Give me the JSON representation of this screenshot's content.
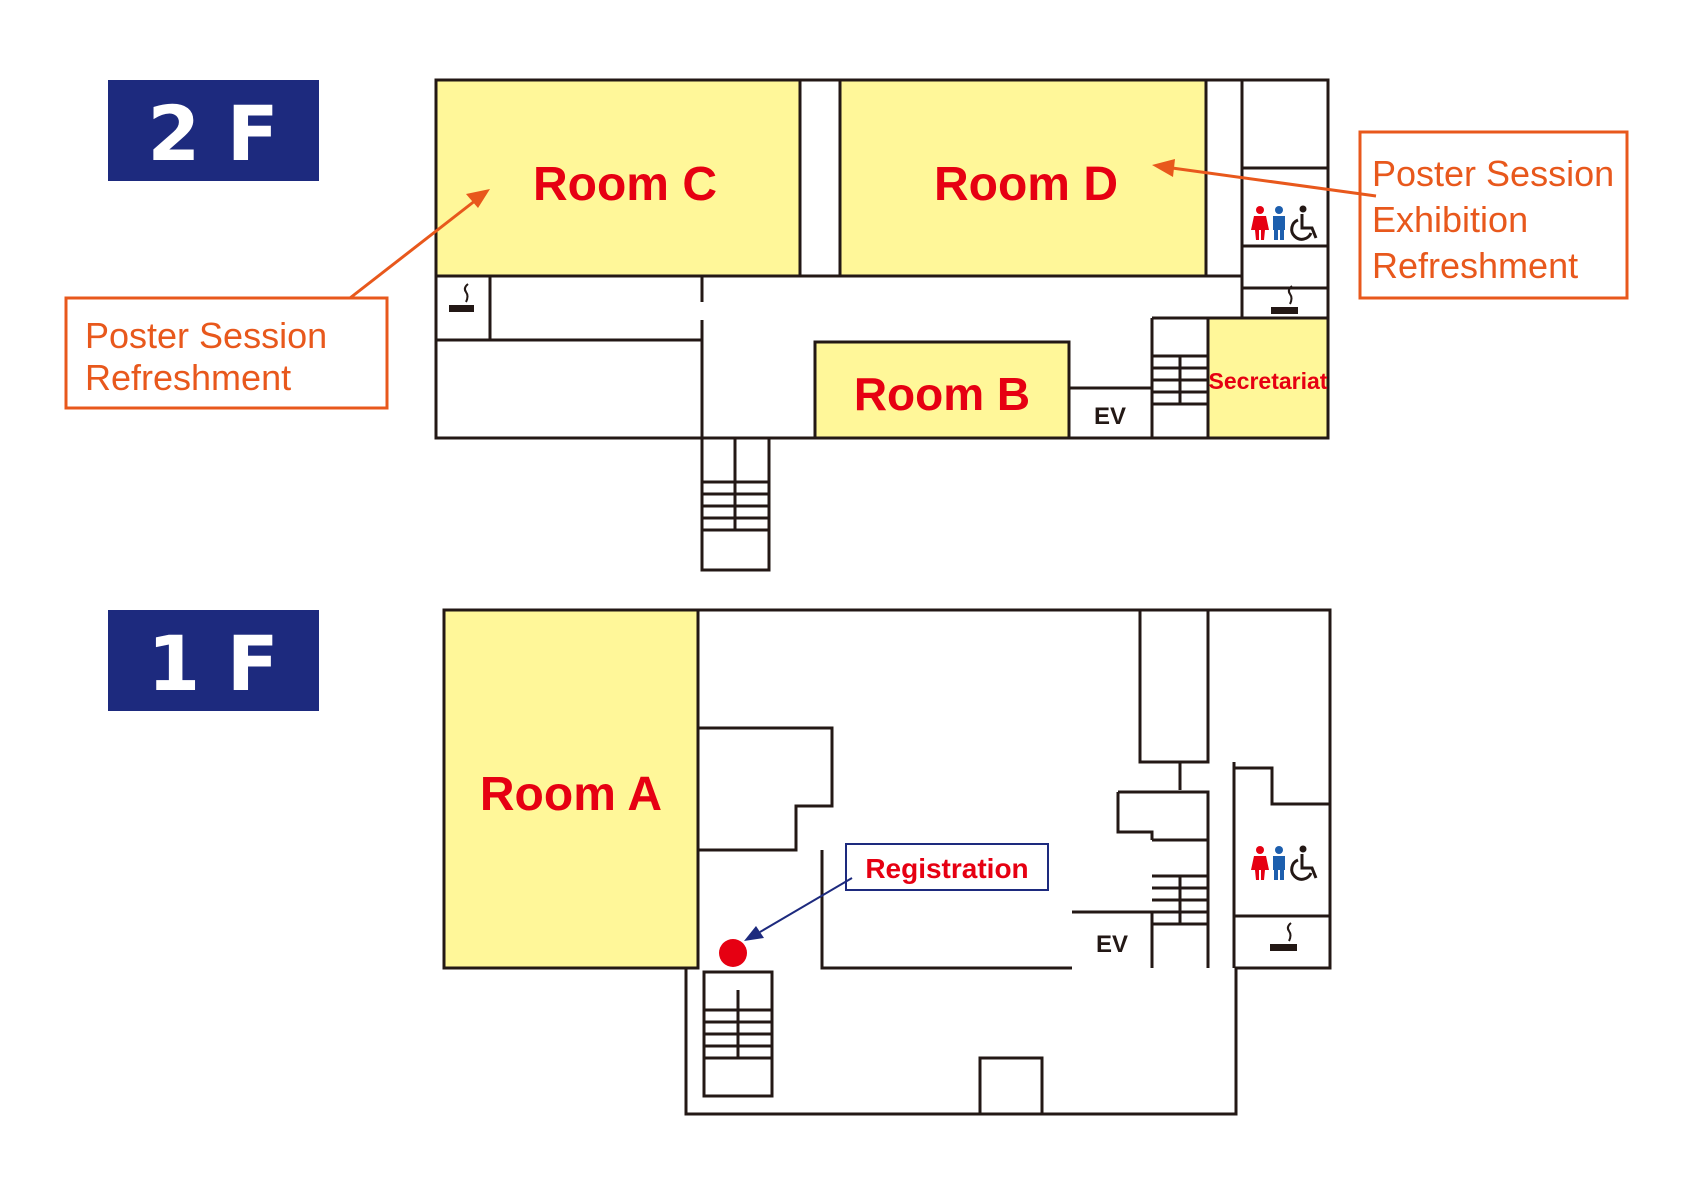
{
  "colors": {
    "floor_badge": "#1d2a7e",
    "room_fill": "#fff799",
    "room_label": "#e60012",
    "callout": "#e8581c",
    "registration_marker": "#e60012",
    "registration_arrow": "#1d2a7e",
    "wall": "#231815",
    "toilet_female": "#e60012",
    "toilet_male": "#1d5fae"
  },
  "floors": {
    "second": {
      "badge": "2 F",
      "rooms": {
        "c": "Room C",
        "d": "Room D",
        "b": "Room B",
        "secretariat": "Secretariat",
        "ev": "EV"
      },
      "callout_left": [
        "Poster Session",
        "Refreshment"
      ],
      "callout_right": [
        "Poster Session",
        "Exhibition",
        "Refreshment"
      ]
    },
    "first": {
      "badge": "1 F",
      "rooms": {
        "a": "Room A",
        "ev": "EV"
      },
      "registration": "Registration"
    }
  },
  "icons": [
    "smoking-area-icon",
    "female-toilet-icon",
    "male-toilet-icon",
    "wheelchair-icon"
  ]
}
